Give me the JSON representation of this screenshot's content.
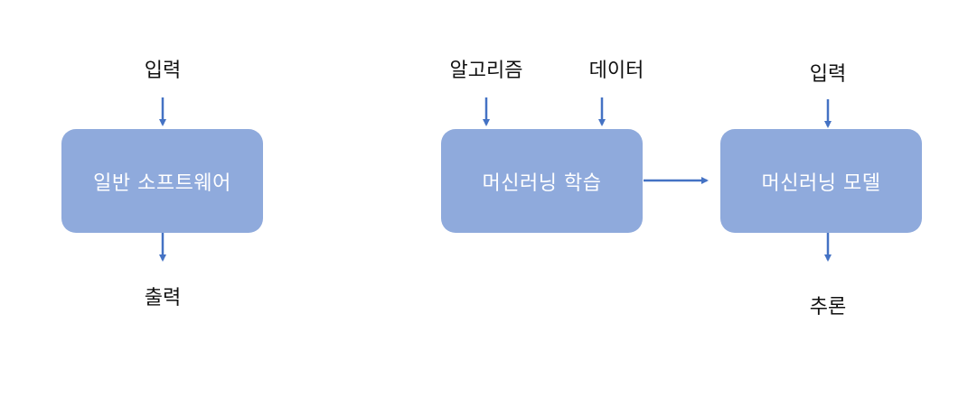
{
  "diagram": {
    "traditional": {
      "input_label": "입력",
      "box_label": "일반 소프트웨어",
      "output_label": "출력"
    },
    "training": {
      "algorithm_label": "알고리즘",
      "data_label": "데이터",
      "box_label": "머신러닝 학습"
    },
    "model": {
      "input_label": "입력",
      "box_label": "머신러닝 모델",
      "output_label": "추론"
    },
    "colors": {
      "box_fill": "#8faadc",
      "arrow": "#4472c4",
      "box_text": "#ffffff"
    }
  }
}
